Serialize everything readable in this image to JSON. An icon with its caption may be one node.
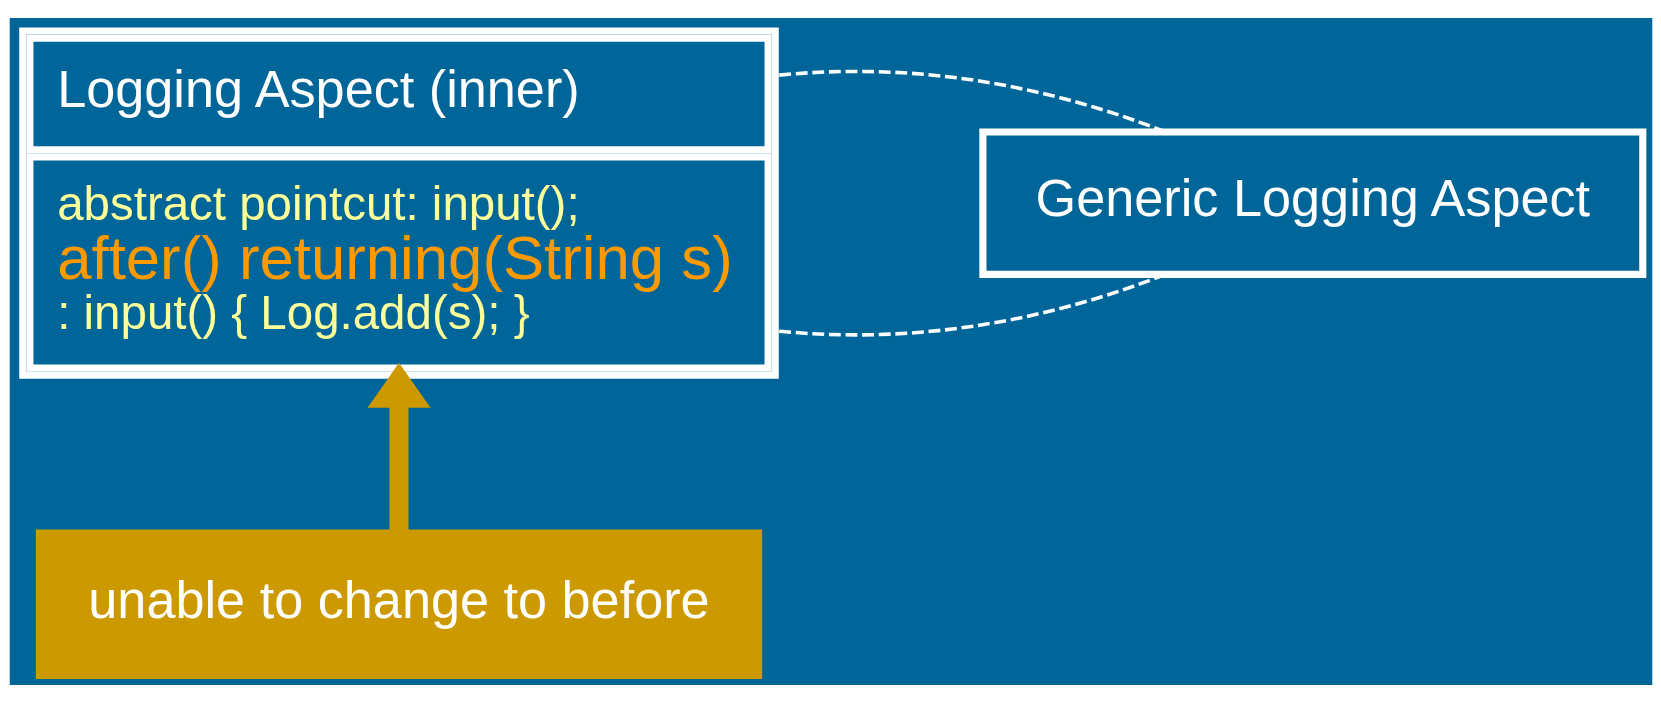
{
  "diagram": {
    "nodes": [
      {
        "text": [
          "Logging Aspect (inner)",
          "abstract pointcut: input();",
          "after() returning(String s)",
          ": input() { Log.add(s); }"
        ]
      },
      {
        "text": [
          "Generic Logging Aspect"
        ]
      },
      {
        "text": [
          "unable to change to before"
        ]
      }
    ],
    "edges": [
      {
        "from": 2,
        "to": 0,
        "arrow": "to",
        "style": "thick",
        "color": "#cc9900"
      },
      {
        "from": 0,
        "to": 1,
        "arrow": "none",
        "style": "dashed"
      },
      {
        "from": 0,
        "to": 1,
        "arrow": "none",
        "style": "dashed"
      }
    ]
  }
}
